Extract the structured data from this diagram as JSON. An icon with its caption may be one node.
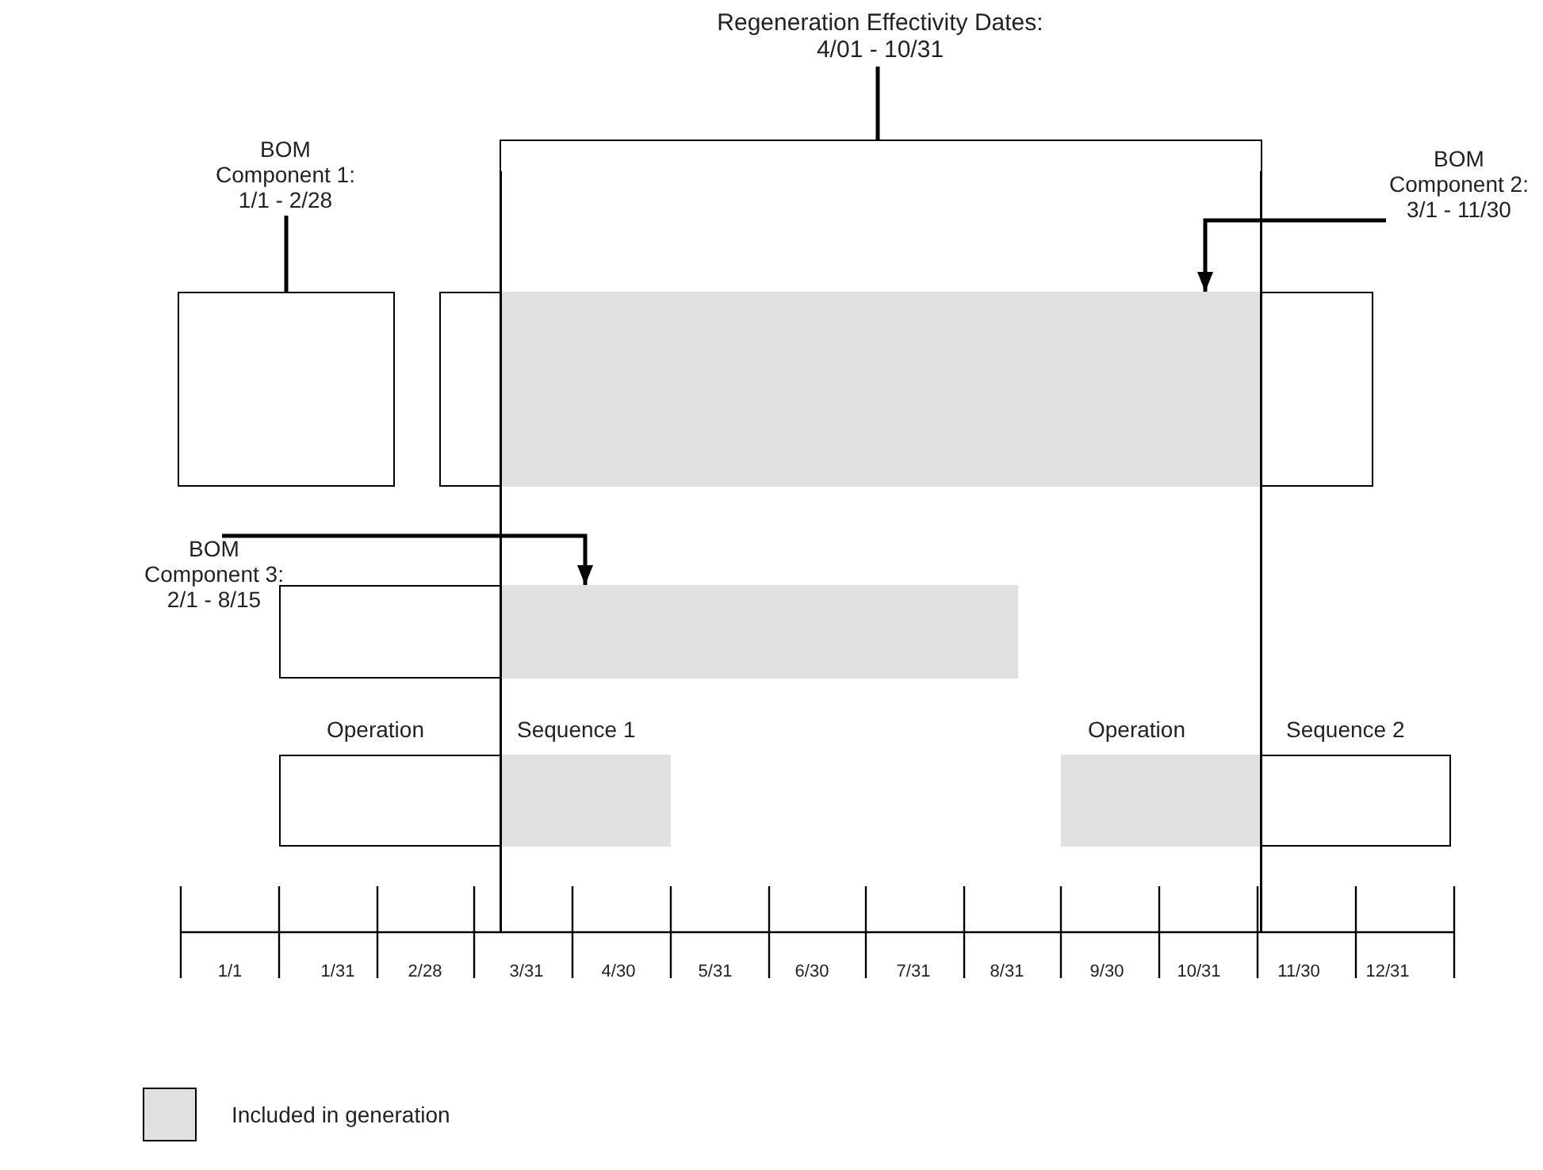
{
  "diagram": {
    "nodes": [
      {
        "text": [
          "Regeneration Effectivity Dates: 4/01 - 10/31"
        ]
      },
      {
        "text": [],
        "shape": "box"
      },
      {
        "text": [
          "BOM Component 1: 1/1 - 2/28"
        ]
      },
      {
        "text": [],
        "shape": "box"
      },
      {
        "text": [
          "BOM Component 2: 3/1 - 11/30"
        ]
      },
      {
        "text": [],
        "shape": "box"
      },
      {
        "text": [
          "BOM Component 3: 2/1 - 8/15"
        ]
      },
      {
        "text": [],
        "shape": "box"
      },
      {
        "text": [
          "Operation",
          "Sequence 1"
        ]
      },
      {
        "text": [
          "Operation",
          "Sequence 2"
        ]
      }
    ],
    "edges": [
      {
        "from": 0,
        "to": 1,
        "arrow": "none"
      },
      {
        "from": 2,
        "to": 3,
        "arrow": "none"
      },
      {
        "from": 4,
        "to": 5,
        "arrow": "to"
      },
      {
        "from": 6,
        "to": 7,
        "arrow": "to"
      }
    ],
    "labels": [
      "1/1",
      "1/31",
      "2/28",
      "3/31",
      "4/30",
      "5/31",
      "6/30",
      "7/31",
      "8/31",
      "9/30",
      "10/31",
      "11/30",
      "12/31"
    ],
    "legend": [
      {
        "text": "Included in generation",
        "color": "#e0e0e0"
      }
    ]
  }
}
